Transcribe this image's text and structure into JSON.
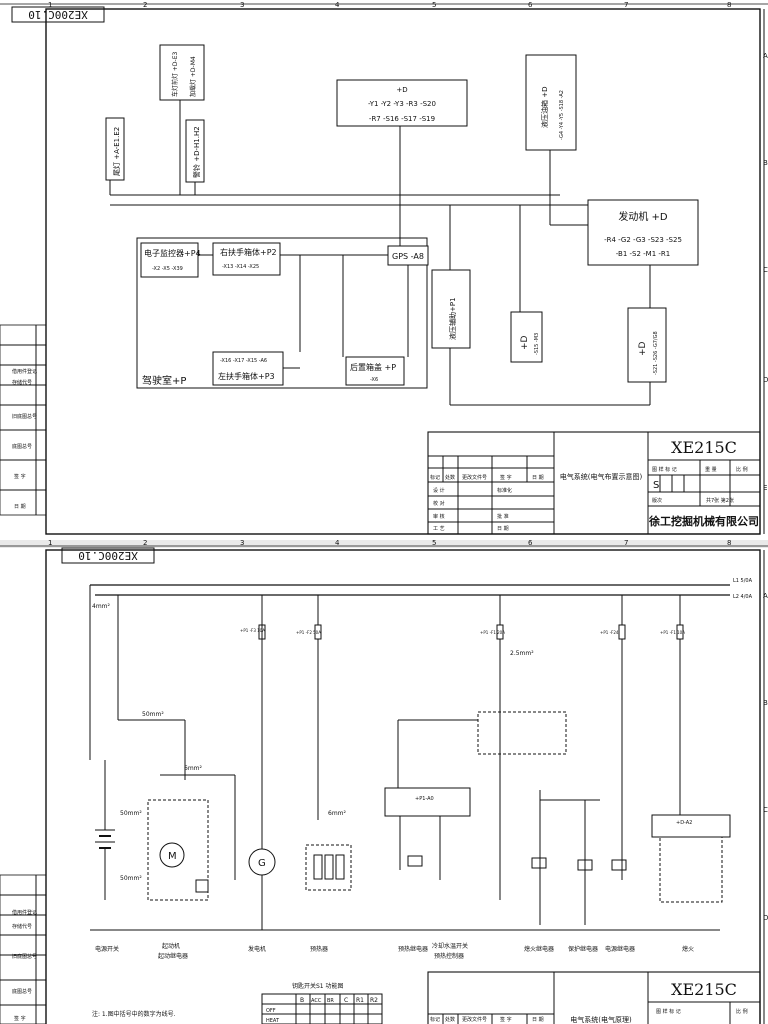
{
  "ruler": {
    "cols": [
      "1",
      "2",
      "3",
      "4",
      "5",
      "6",
      "7",
      "8"
    ],
    "rows_top": [
      "A",
      "B",
      "C",
      "D",
      "E"
    ],
    "rows_bottom": [
      "A",
      "B",
      "C",
      "D"
    ]
  },
  "side_labels": [
    "借用件登记",
    "存储代号",
    "旧底图总号",
    "底图总号",
    "签 字",
    "日 期"
  ],
  "sheet1": {
    "drawing_no": "XE200C.10",
    "boxes": {
      "cab": "驾驶室+P",
      "ecu": "电子监控器+P4",
      "ecu_codes": "-X2 -X5 -X39",
      "right_armrest": "右扶手箱体+P2",
      "right_armrest_codes": "-X13 -X14 -X25",
      "left_armrest": "左扶手箱体+P3",
      "left_armrest_codes": "-X16 -X17 -X15 -A6",
      "rear_box": "后置箱盖 +P",
      "rear_box_code": "-X6",
      "gps": "GPS -A8",
      "plusd_top": [
        "+D",
        "-Y1 -Y2 -Y3 -R3 -S20",
        "-R7 -S16 -S17 -S19"
      ],
      "tail_light": "尾灯 +A-E1.E2",
      "work_light_top": "车灯前灯 +D-E3",
      "work_light_top_sub": "加载灯 +D-M4",
      "work_light_mid": "警铃 +D-H1.H2",
      "hyd": "液压辅助+P1",
      "fuel": "+D",
      "fuel_sub": "-S15 -M3",
      "valve": "+D",
      "valve_sub": "-S21 -S26 -G7/G8",
      "oil_box": "液压油箱 +D",
      "oil_box_sub": "-G4 -Y4 -Y5 -S18 -A2",
      "engine": "发动机 +D",
      "engine_codes": [
        "-R4 -G2 -G3 -S23 -S25",
        "-B1 -S2 -M1 -R1"
      ]
    },
    "title_block": {
      "model": "XE215C",
      "title": "电气系统(电气布置示意图)",
      "stage": "S",
      "company": "徐工挖掘机械有限公司",
      "sheet_info": "共7张 第2张",
      "headers": [
        "图 样 标 记",
        "重 量",
        "比 例"
      ],
      "rev_headers": [
        "标记",
        "处数",
        "更改文件号",
        "签 字",
        "日 期"
      ],
      "roles": [
        "设 计",
        "校 对",
        "审 核",
        "工 艺"
      ],
      "roles2": [
        "标准化",
        "",
        "批 准",
        "日 期"
      ],
      "revision_label": "版次"
    }
  },
  "sheet2": {
    "drawing_no": "XE200C.10",
    "bus_labels": [
      "L1 5/0A",
      "L2 4/0A"
    ],
    "wires": [
      "4mm²",
      "50mm²",
      "6mm²",
      "6mm²",
      "50mm²",
      "50mm²",
      "2.5mm²"
    ],
    "fuses": [
      "+P1 -F3 10A",
      "+P1 -F2 50A",
      "+P1 -F1 20A",
      "+P1 -F24",
      "+P1 -F1 10A"
    ],
    "components": [
      "+P1-A0",
      "+D-A2",
      "M",
      "G"
    ],
    "bottom_labels": [
      "电源开关",
      "起动机\n起动继电器",
      "发电机",
      "预热器",
      "预热继电器",
      "冷却水温开关\n预热控制器",
      "熄火继电器",
      "保护继电器",
      "电源继电器",
      "熄火"
    ],
    "key_switch": {
      "title": "钥匙开关S1  功能图",
      "cols": [
        "B",
        "ACC",
        "BR",
        "C",
        "R1",
        "R2"
      ],
      "rows": [
        "OFF",
        "HEAT"
      ]
    },
    "note": "注: 1.图中括号中的数字为线号.",
    "title_block": {
      "model": "XE215C",
      "title": "电气系统(电气原理)",
      "headers": [
        "图 样 标 记",
        "比 例"
      ],
      "rev_headers": [
        "标记",
        "处数",
        "更改文件号",
        "签 字",
        "日 期"
      ]
    }
  }
}
